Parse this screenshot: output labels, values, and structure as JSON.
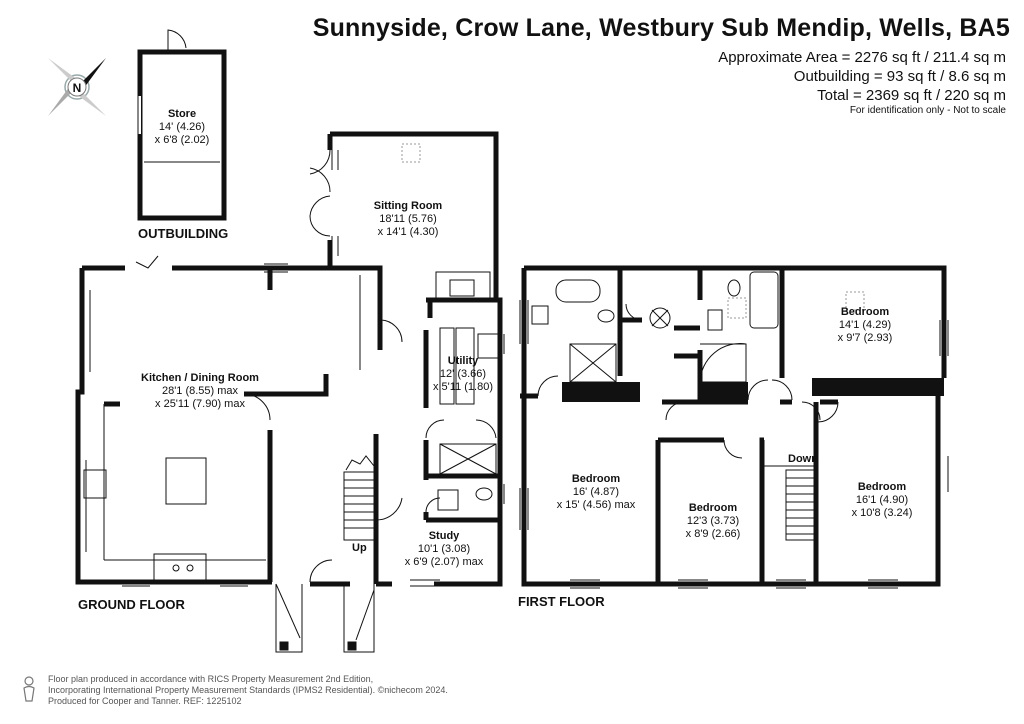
{
  "header": {
    "title": "Sunnyside, Crow Lane, Westbury Sub Mendip, Wells, BA5",
    "area_lines": [
      "Approximate Area = 2276 sq ft / 211.4 sq m",
      "Outbuilding = 93 sq ft / 8.6 sq m",
      "Total = 2369 sq ft / 220 sq m"
    ],
    "disclaimer": "For identification only - Not to scale"
  },
  "compass": {
    "letter": "N"
  },
  "floors": {
    "outbuilding": "OUTBUILDING",
    "ground": "GROUND FLOOR",
    "first": "FIRST FLOOR"
  },
  "rooms": {
    "store": {
      "name": "Store",
      "dim1": "14' (4.26)",
      "dim2": "x 6'8 (2.02)"
    },
    "sitting": {
      "name": "Sitting Room",
      "dim1": "18'11 (5.76)",
      "dim2": "x 14'1 (4.30)"
    },
    "kitchen": {
      "name": "Kitchen / Dining Room",
      "dim1": "28'1 (8.55) max",
      "dim2": "x 25'11 (7.90) max"
    },
    "utility": {
      "name": "Utility",
      "dim1": "12' (3.66)",
      "dim2": "x 5'11 (1.80)"
    },
    "study": {
      "name": "Study",
      "dim1": "10'1 (3.08)",
      "dim2": "x 6'9 (2.07) max"
    },
    "bed_ne": {
      "name": "Bedroom",
      "dim1": "14'1 (4.29)",
      "dim2": "x 9'7 (2.93)"
    },
    "bed_w": {
      "name": "Bedroom",
      "dim1": "16' (4.87)",
      "dim2": "x 15' (4.56) max"
    },
    "bed_mid": {
      "name": "Bedroom",
      "dim1": "12'3 (3.73)",
      "dim2": "x 8'9 (2.66)"
    },
    "bed_e": {
      "name": "Bedroom",
      "dim1": "16'1 (4.90)",
      "dim2": "x 10'8 (3.24)"
    }
  },
  "stairs": {
    "up": "Up",
    "down": "Down"
  },
  "footer": {
    "lines": [
      "Floor plan produced in accordance with RICS Property Measurement 2nd Edition,",
      "Incorporating International Property Measurement Standards (IPMS2 Residential).  ©nichecom 2024.",
      "Produced for Cooper and Tanner.   REF:  1225102"
    ]
  }
}
